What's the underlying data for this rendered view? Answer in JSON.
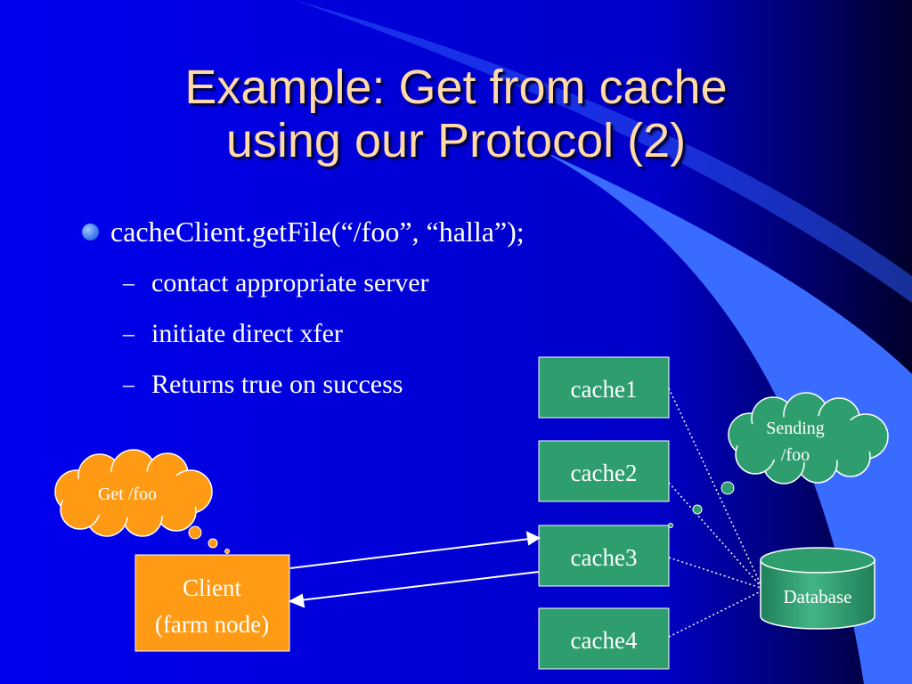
{
  "title": {
    "line1": "Example: Get from cache",
    "line2": "using our Protocol (2)"
  },
  "bullets": {
    "main": "cacheClient.getFile(“/foo”, “halla”);",
    "subs": [
      "contact appropriate server",
      "initiate direct xfer",
      "Returns true on success"
    ],
    "dash": "–"
  },
  "diagram": {
    "caches": [
      "cache1",
      "cache2",
      "cache3",
      "cache4"
    ],
    "client": {
      "line1": "Client",
      "line2": "(farm node)"
    },
    "database": "Database",
    "client_thought": "Get /foo",
    "db_thought": {
      "line1": "Sending",
      "line2": "/foo"
    }
  },
  "colors": {
    "title_text": "#ffd9a6",
    "cache_box": "#2e9e6e",
    "client_box": "#ff9a14",
    "thought_cloud_client": "#ff9a14",
    "thought_cloud_db": "#2e9e6e",
    "background": "#0000e6",
    "swoosh": "#3a6bff"
  }
}
